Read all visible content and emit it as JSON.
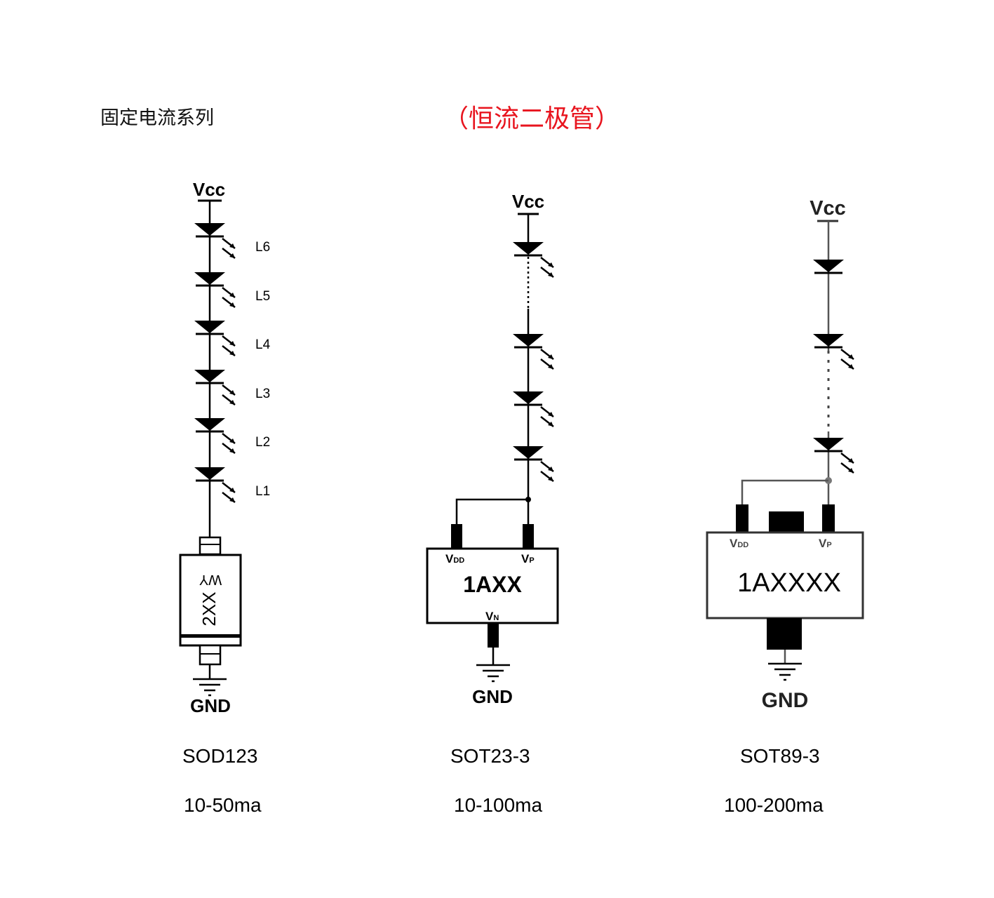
{
  "header": {
    "left_title": "固定电流系列",
    "right_title": "（恒流二极管）",
    "right_title_color": "#e8141e"
  },
  "circuits": [
    {
      "id": "sod123",
      "supply_label": "Vcc",
      "ground_label": "GND",
      "led_labels": [
        "L6",
        "L5",
        "L4",
        "L3",
        "L2",
        "L1"
      ],
      "device_marking": "2XX",
      "device_marking_top": "WY",
      "package": "SOD123",
      "current_range": "10-50ma"
    },
    {
      "id": "sot23",
      "supply_label": "Vcc",
      "ground_label": "GND",
      "device_marking": "1AXX",
      "pins": {
        "vdd": "V",
        "vdd_sub": "DD",
        "vp": "V",
        "vp_sub": "P",
        "vn": "V",
        "vn_sub": "N"
      },
      "package": "SOT23-3",
      "current_range": "10-100ma"
    },
    {
      "id": "sot89",
      "supply_label": "Vcc",
      "ground_label": "GND",
      "device_marking": "1AXXXX",
      "pins": {
        "vdd": "V",
        "vdd_sub": "DD",
        "vp": "V",
        "vp_sub": "P"
      },
      "package": "SOT89-3",
      "current_range": "100-200ma"
    }
  ]
}
